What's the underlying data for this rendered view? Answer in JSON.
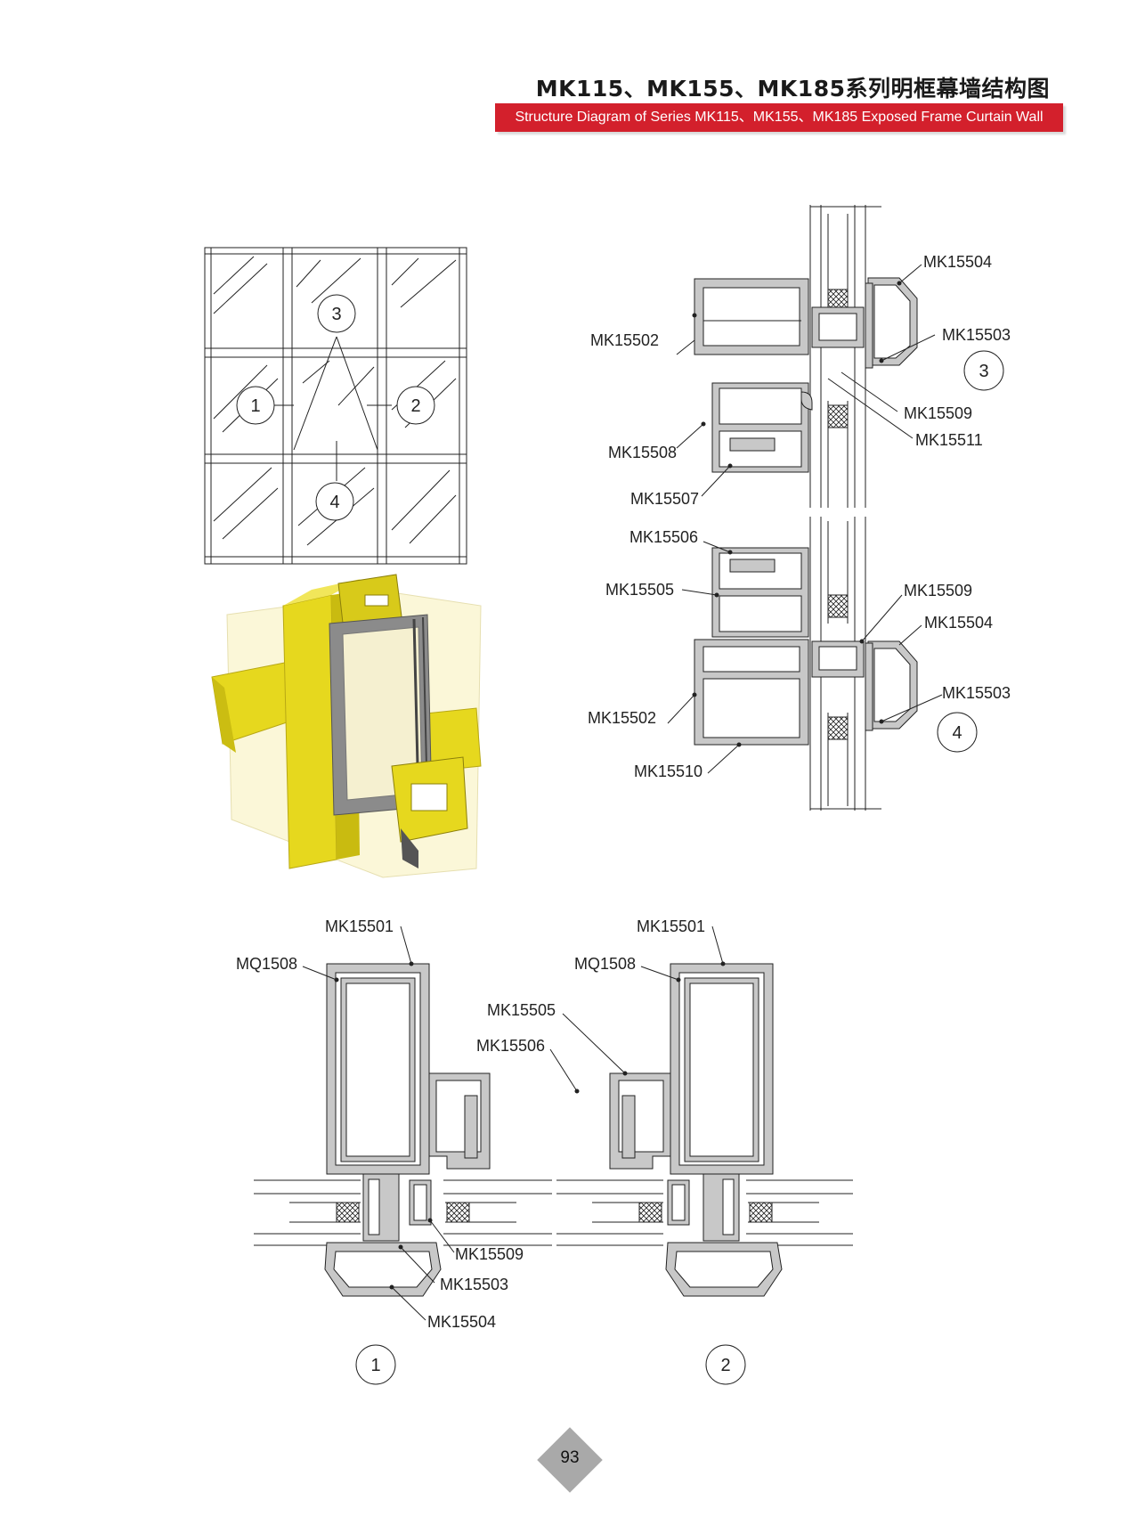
{
  "header": {
    "title_zh": "MK115、MK155、MK185系列明框幕墙结构图",
    "title_en": "Structure Diagram of Series MK115、MK155、MK185 Exposed Frame Curtain Wall"
  },
  "elevation": {
    "markers": [
      "1",
      "2",
      "3",
      "4"
    ]
  },
  "section_top": {
    "labels": {
      "p1": "MK15504",
      "p2": "MK15502",
      "p3": "MK15503",
      "p4": "MK15509",
      "p5": "MK15511",
      "p6": "MK15508",
      "p7": "MK15507"
    },
    "marker": "3"
  },
  "section_mid": {
    "labels": {
      "p1": "MK15506",
      "p2": "MK15505",
      "p3": "MK15509",
      "p4": "MK15504",
      "p5": "MK15502",
      "p6": "MK15503",
      "p7": "MK15510"
    },
    "marker": "4"
  },
  "section_left": {
    "labels": {
      "p1": "MK15501",
      "p2": "MQ1508",
      "p3": "MK15509",
      "p4": "MK15503",
      "p5": "MK15504"
    },
    "marker": "1"
  },
  "section_right": {
    "labels": {
      "p1": "MK15501",
      "p2": "MQ1508",
      "p3": "MK15505",
      "p4": "MK15506"
    },
    "marker": "2"
  },
  "footer": {
    "page_number": "93"
  },
  "colors": {
    "accent_red": "#d3202c",
    "profile_fill": "#c8c8c8",
    "render_yellow": "#e6d81e"
  }
}
